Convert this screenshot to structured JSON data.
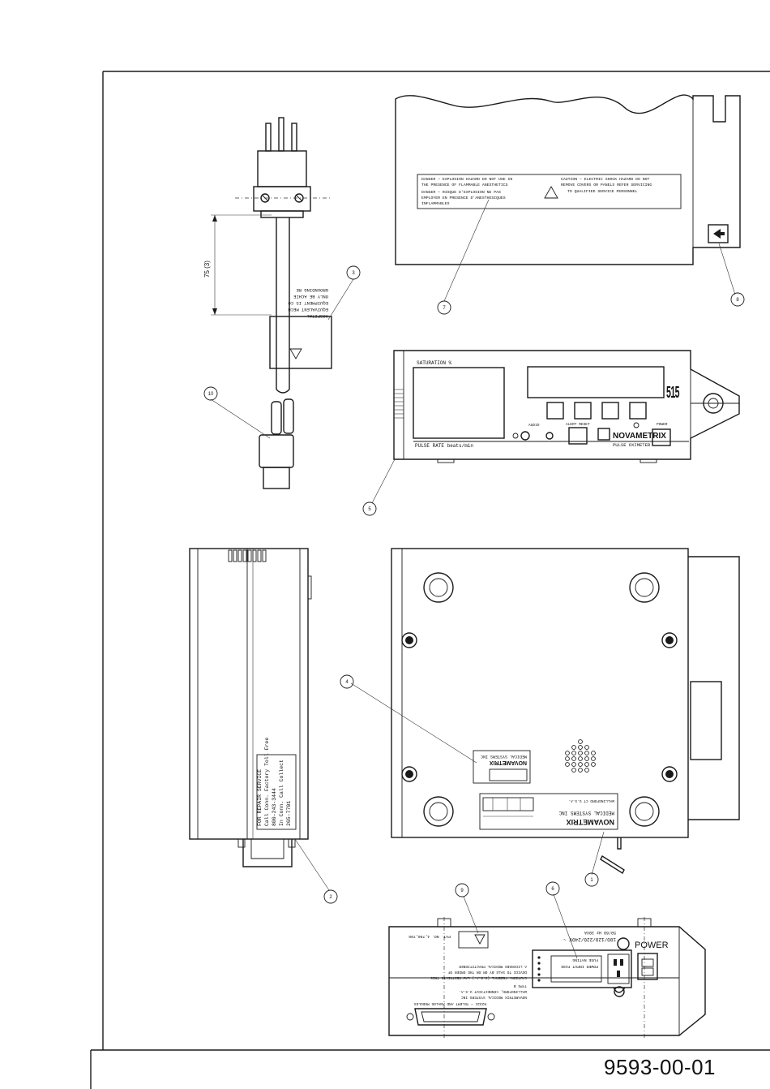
{
  "document": {
    "number": "9593-00-01"
  },
  "callouts": [
    "1",
    "2",
    "3",
    "4",
    "5",
    "6",
    "7",
    "8",
    "9",
    "10"
  ],
  "cord": {
    "dimension_label": "75 (3)",
    "tag_lines": [
      "HOSPITAL",
      "EQUIVALENT MECH",
      "EQUIPMENT IS CO",
      "ONLY BE ACHIE",
      "GROUNDING RE"
    ]
  },
  "top_panel": {
    "danger_text": [
      "DANGER — EXPLOSION HAZARD DO NOT USE IN",
      "THE PRESENCE OF FLAMMABLE ANESTHETICS",
      "DANGER — RISQUE D'EXPLOSION NE PAS",
      "EMPLOYER EN PRESENCE D'ANESTHESIQUES",
      "INFLAMMABLES"
    ],
    "caution_text": [
      "CAUTION — ELECTRIC SHOCK HAZARD DO NOT",
      "REMOVE COVERS OR PANELS REFER SERVICING",
      "TO QUALIFIED SERVICE PERSONNEL"
    ]
  },
  "front_panel": {
    "saturation_label": "SATURATION %",
    "pulse_rate_label": "PULSE RATE beats/min",
    "audio_label": "AUDIO",
    "alert_reset_label": "ALERT RESET",
    "power_label": "POWER",
    "brand": "NOVAMETRIX",
    "product": "PULSE OXIMETER",
    "model_digits": "515"
  },
  "side_panel": {
    "repair_text": [
      "FOR REPAIR SERVICE",
      "Call Conn. Factory Toll Free",
      "800-243-3444",
      "In Conn. Call Collect",
      "265-7701"
    ]
  },
  "bottom_panel": {
    "brand": "NOVAMETRIX",
    "company": "MEDICAL SYSTEMS INC",
    "location": "WALLINGFORD CT U.S.A."
  },
  "rear_panel": {
    "power_label": "POWER",
    "voltage_text": "100/120/220/240V ~",
    "freq_text": "50/60 Hz  30VA",
    "fuse_text": [
      "POWER INPUT FUSE",
      "FUSE RATING"
    ],
    "patent_text": "PAT. NO. 4,700,708",
    "notice_text": [
      "NOVAMETRIX MEDICAL SYSTEMS INC",
      "WALLINGFORD, CONNECTICUT U.S.A.",
      "TYPE B"
    ],
    "caution_text": [
      "CAUTION: FEDERAL (U.S.A.) LAW RESTRICTS THIS",
      "DEVICE TO SALE BY OR ON THE ORDER OF",
      "A LICENSED MEDICAL PRACTITIONER"
    ],
    "conn_label": "R232C — TELEMT AND ANALOG MODULES"
  }
}
